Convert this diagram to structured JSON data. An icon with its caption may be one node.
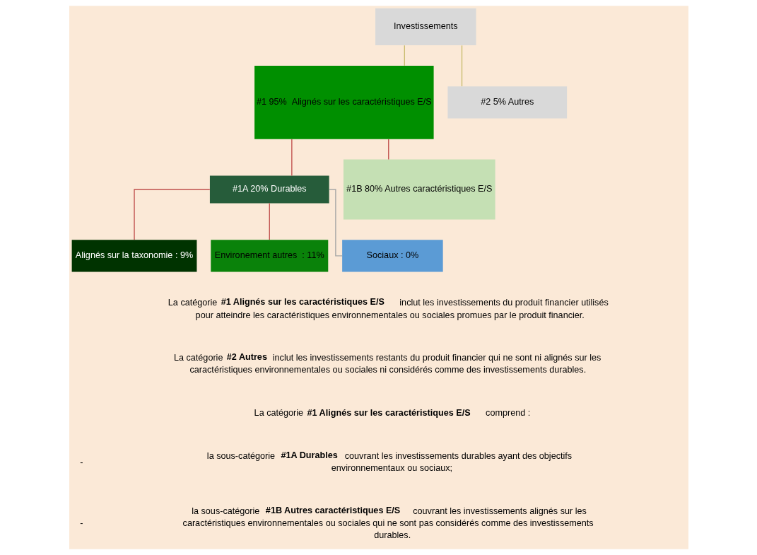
{
  "diagram": {
    "nodes": [
      {
        "text": [
          "Investissements"
        ]
      },
      {
        "text": [
          "#1 95%  Alignés sur les caractéristiques E/S"
        ]
      },
      {
        "text": [
          "#2 5% Autres"
        ]
      },
      {
        "text": [
          "#1A 20% Durables"
        ]
      },
      {
        "text": [
          "#1B 80% Autres caractéristiques E/S"
        ]
      },
      {
        "text": [
          "Alignés sur la taxonomie : 9%"
        ]
      },
      {
        "text": [
          "Environement autres  : 11%"
        ]
      },
      {
        "text": [
          "Sociaux : 0%"
        ]
      }
    ],
    "edges": [
      {
        "from": 0,
        "to": 1,
        "arrow": "none",
        "color": "#c9bc6e"
      },
      {
        "from": 0,
        "to": 2,
        "arrow": "none",
        "color": "#c9bc6e"
      },
      {
        "from": 1,
        "to": 3,
        "arrow": "none"
      },
      {
        "from": 1,
        "to": 4,
        "arrow": "none"
      },
      {
        "from": 3,
        "to": 5,
        "arrow": "none"
      },
      {
        "from": 3,
        "to": 6,
        "arrow": "none"
      },
      {
        "from": 3,
        "to": 7,
        "arrow": "none",
        "color": "#a6a6a6"
      }
    ],
    "labels": [
      "La catégorie **#1 Alignés sur les caractéristiques E/S** inclut les investissements du produit financier utilisés pour atteindre les caractéristiques environnementales ou sociales promues par le produit financier.",
      "La catégorie **#2 Autres** inclut les investissements restants du produit financier qui ne sont ni alignés sur les caractéristiques environnementales ou sociales ni considérés comme des investissements durables.",
      "La catégorie **#1 Alignés sur les caractéristiques E/S** comprend :",
      "-",
      "la sous-catégorie **#1A Durables** couvrant les investissements durables ayant des objectifs environnementaux ou sociaux;",
      "-",
      "la sous-catégorie **#1B Autres caractéristiques E/S** couvrant les investissements alignés sur les caractéristiques environnementales ou sociales qui ne sont pas considérés comme des investissements durables."
    ]
  }
}
